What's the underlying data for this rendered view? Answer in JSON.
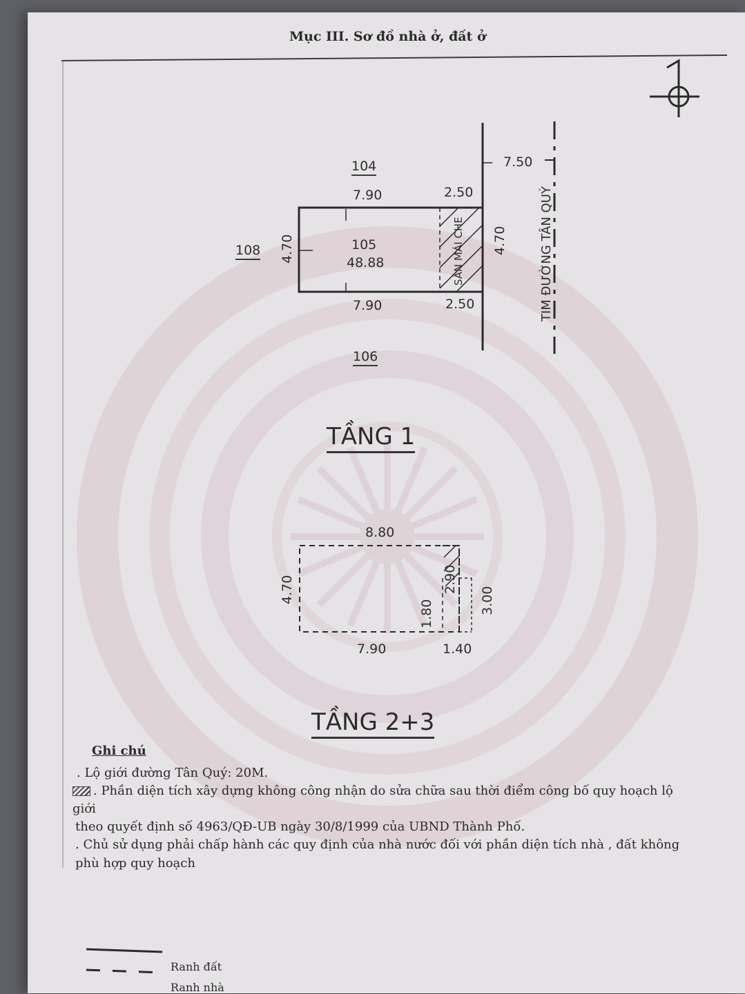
{
  "header": {
    "title": "Mục III. Sơ đồ nhà ở, đất ở"
  },
  "plan_floor1": {
    "north_lot": "104",
    "west_lot": "108",
    "south_lot": "106",
    "lot_number": "105",
    "area": "48.88",
    "top_main": "7.90",
    "top_porch": "2.50",
    "bottom_main": "7.90",
    "bottom_porch": "2.50",
    "left_depth": "4.70",
    "right_depth": "4.70",
    "road_setback": "7.50",
    "porch_label": "SÂN MÁI CHE",
    "road_label": "TIM ĐƯỜNG TÂN QUÝ",
    "caption": "TẦNG 1"
  },
  "plan_floor23": {
    "top_width": "8.80",
    "left_depth": "4.70",
    "bottom_main": "7.90",
    "bottom_side": "1.40",
    "inner_dim": "1.80",
    "hatch_dim": "2.90",
    "right_dim": "3.00",
    "caption": "TẦNG 2+3"
  },
  "notes": {
    "heading": "Ghi chú",
    "line1": ". Lộ giới đường Tân Quý: 20M.",
    "line2": ". Phần diện tích xây dựng không công nhận do sửa chữa sau thời điểm công bố quy hoạch lộ giới",
    "line3": "theo quyết định số 4963/QĐ-UB ngày 30/8/1999 của UBND Thành Phố.",
    "line4": ". Chủ sử dụng phải chấp hành các quy định của nhà nước đối với phần diện tích nhà , đất không",
    "line5": "phù hợp quy hoạch"
  },
  "legend": {
    "land_boundary": "Ranh đất",
    "house_boundary": "Ranh nhà"
  },
  "colors": {
    "paper": "#e6e3e6",
    "ink": "#2e2e2e",
    "watermark": "#d7c9cf"
  }
}
